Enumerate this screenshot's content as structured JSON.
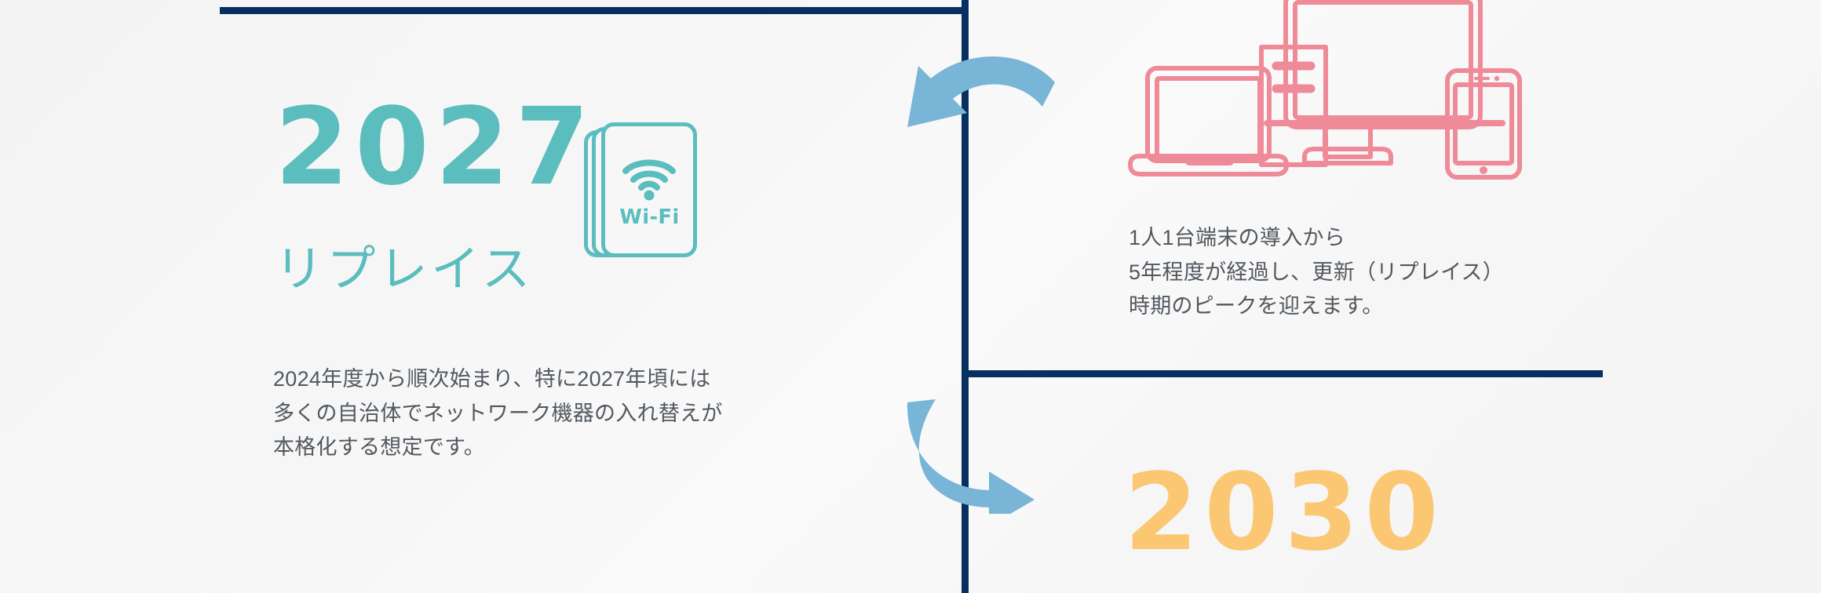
{
  "colors": {
    "background": "#f7f7f7",
    "navy_rule": "#06305f",
    "teal": "#5bbdbd",
    "amber": "#fbc772",
    "arrow_blue": "#79b5d6",
    "device_pink": "#ef8a98",
    "body_text": "#51585f"
  },
  "left_panel": {
    "year": "2027",
    "subtitle": "リプレイス",
    "wifi_badge": {
      "label": "Wi-Fi",
      "icon": "wifi-signal-icon"
    },
    "body_lines": [
      "2024年度から順次始まり、特に2027年頃には",
      "多くの自治体でネットワーク機器の入れ替えが",
      "本格化する想定です。"
    ]
  },
  "right_panel": {
    "illustration": {
      "name": "devices-illustration",
      "devices": [
        "laptop",
        "desktop-tower",
        "monitor",
        "tablet"
      ]
    },
    "body_lines": [
      "1人1台端末の導入から",
      "5年程度が経過し、更新（リプレイス）",
      "時期のピークを迎えます。"
    ]
  },
  "bottom_panel": {
    "year": "2030"
  },
  "timeline": {
    "vertical_rule": "timeline-vertical-rule",
    "top_left_rule": "timeline-top-left-rule",
    "mid_right_rule": "timeline-mid-right-rule"
  },
  "arrows": [
    {
      "name": "arrow-curve-left",
      "direction": "left"
    },
    {
      "name": "arrow-curve-right-down",
      "direction": "down-right"
    }
  ]
}
